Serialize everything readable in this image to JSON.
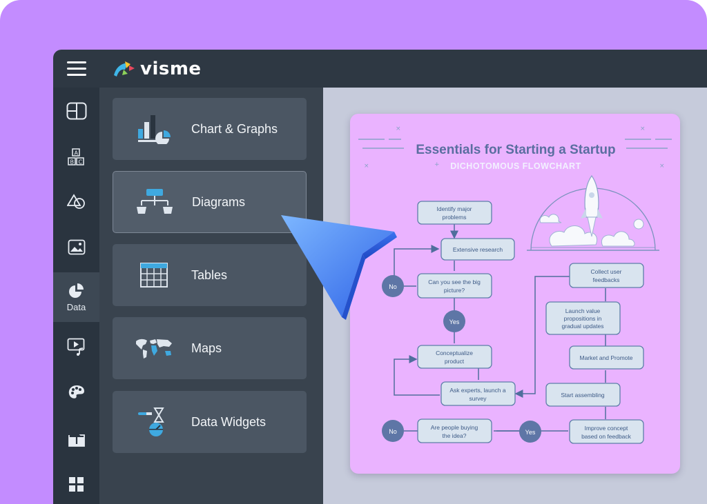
{
  "app": {
    "logo_text": "visme"
  },
  "rail": {
    "items": [
      {
        "name": "layout",
        "icon": "layout-icon",
        "label": ""
      },
      {
        "name": "text",
        "icon": "abc-blocks-icon",
        "label": ""
      },
      {
        "name": "shapes",
        "icon": "shapes-icon",
        "label": ""
      },
      {
        "name": "images",
        "icon": "image-icon",
        "label": ""
      },
      {
        "name": "data",
        "icon": "pie-chart-icon",
        "label": "Data"
      },
      {
        "name": "media",
        "icon": "media-icon",
        "label": ""
      },
      {
        "name": "themes",
        "icon": "palette-icon",
        "label": ""
      },
      {
        "name": "upload",
        "icon": "upload-icon",
        "label": ""
      },
      {
        "name": "apps",
        "icon": "apps-grid-icon",
        "label": ""
      }
    ]
  },
  "panel": {
    "cards": [
      {
        "label": "Chart & Graphs",
        "icon": "bar-pie-chart-icon"
      },
      {
        "label": "Diagrams",
        "icon": "org-diagram-icon"
      },
      {
        "label": "Tables",
        "icon": "table-icon"
      },
      {
        "label": "Maps",
        "icon": "world-map-icon"
      },
      {
        "label": "Data Widgets",
        "icon": "widget-gauge-icon"
      }
    ]
  },
  "poster": {
    "title": "Essentials for Starting a Startup",
    "subtitle": "DICHOTOMOUS FLOWCHART",
    "nodes": {
      "identify": [
        "Identify major",
        "problems"
      ],
      "research": [
        "Extensive research"
      ],
      "big_picture": [
        "Can you see the big",
        "picture?"
      ],
      "conceptualize": [
        "Conceptualize",
        "product"
      ],
      "ask_experts": [
        "Ask experts, launch a",
        "survey"
      ],
      "buying": [
        "Are people buying",
        "the idea?"
      ],
      "collect": [
        "Collect user",
        "feedbacks"
      ],
      "launch": [
        "Launch value",
        "propositions in",
        "gradual updates"
      ],
      "market": [
        "Market and Promote"
      ],
      "assembling": [
        "Start assembling"
      ],
      "improve": [
        "Improve concept",
        "based on feedback"
      ]
    },
    "decisions": {
      "no1": "No",
      "yes1": "Yes",
      "no2": "No",
      "yes2": "Yes"
    }
  },
  "colors": {
    "accent_bg": "#c38cff",
    "topbar": "#2e3843",
    "poster_bg": "#eab3ff",
    "node_fill": "#d9e4ef",
    "node_stroke": "#5d7ea8",
    "decision_fill": "#5e76a6",
    "title": "#5a6ea0"
  }
}
